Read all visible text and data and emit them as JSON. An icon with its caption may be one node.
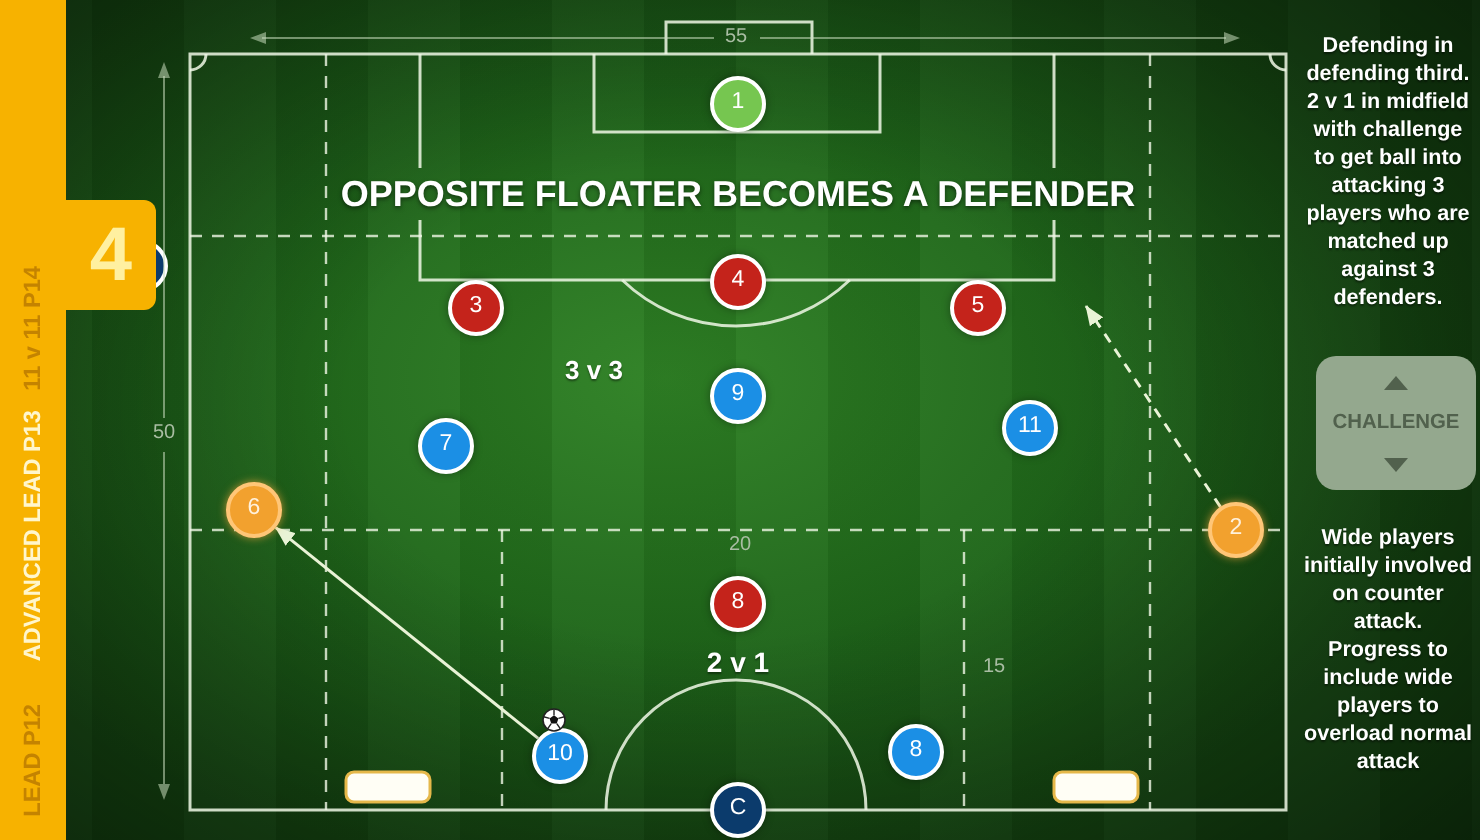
{
  "diagram": {
    "title": "OPPOSITE FLOATER BECOMES A DEFENDER",
    "nodes": [
      {
        "text": [
          "LEAD P12",
          "ADVANCED LEAD P13",
          "11 v 11 P14"
        ]
      },
      {
        "text": [
          "4"
        ]
      },
      {
        "text": [
          "1"
        ]
      },
      {
        "text": [
          "4"
        ]
      },
      {
        "text": [
          "3"
        ]
      },
      {
        "text": [
          "5"
        ]
      },
      {
        "text": [
          "9"
        ]
      },
      {
        "text": [
          "7"
        ]
      },
      {
        "text": [
          "11"
        ]
      },
      {
        "text": [
          "6"
        ]
      },
      {
        "text": [
          "2"
        ]
      },
      {
        "text": [
          "8"
        ]
      },
      {
        "text": [
          "10"
        ]
      },
      {
        "text": [
          "8"
        ]
      },
      {
        "text": [
          "C"
        ]
      },
      {
        "text": [
          "CHALLENGE"
        ]
      }
    ],
    "edges": [
      {
        "from": 12,
        "to": 9,
        "arrow": "to"
      },
      {
        "from": 10,
        "to": null,
        "arrow": "to",
        "style": "dashed"
      }
    ],
    "labels": [
      "55",
      "Defending in defending third. 2 v 1 in midfield with challenge to get ball into attacking 3 players who are matched up against 3 defenders.",
      "3 v 3",
      "50",
      "20",
      "Wide players initially involved on counter attack.",
      "Progress to include wide players to overload normal attack",
      "2 v 1",
      "15"
    ]
  }
}
